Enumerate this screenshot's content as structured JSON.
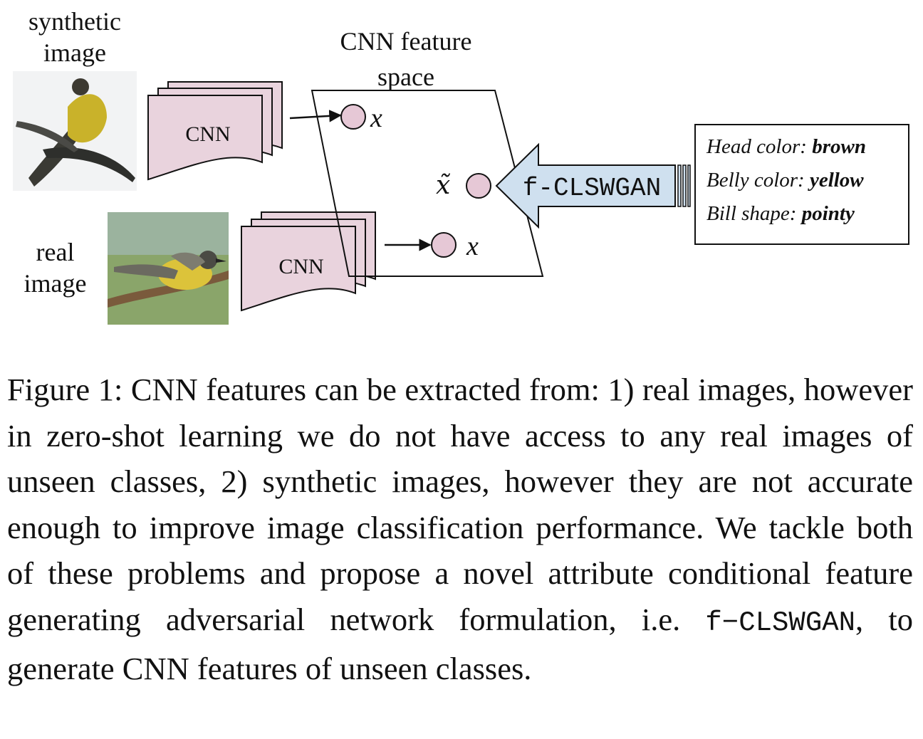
{
  "figure": {
    "synthetic_label": [
      "synthetic",
      "image"
    ],
    "real_label": [
      "real",
      "image"
    ],
    "feature_space_label": [
      "CNN feature",
      "space"
    ],
    "cnn_label_top": "CNN",
    "cnn_label_bottom": "CNN",
    "x_label_top": "x",
    "x_label_bottom": "x",
    "x_tilde_label": "x̃",
    "generator_label": "f-CLSWGAN",
    "attributes": [
      {
        "name": "Head color:",
        "value": "brown"
      },
      {
        "name": "Belly color:",
        "value": "yellow"
      },
      {
        "name": "Bill shape:",
        "value": "pointy"
      }
    ],
    "colors": {
      "cnn_fill": "#e9d3dd",
      "node_fill": "#e6c8d6",
      "arrow_fill": "#cfe0ef",
      "stroke": "#111111"
    }
  },
  "caption": {
    "prefix": "Figure 1: CNN features can be extracted from: 1) real images, however in zero-shot learning we do not have access to any real images of unseen classes, 2) synthetic images, however they are not accurate enough to improve image classification performance.  We tackle both of these problems and propose a novel attribute conditional feature generating adversarial network formulation, i.e. ",
    "method": "f−CLSWGAN",
    "suffix": ", to generate CNN features of unseen classes."
  }
}
